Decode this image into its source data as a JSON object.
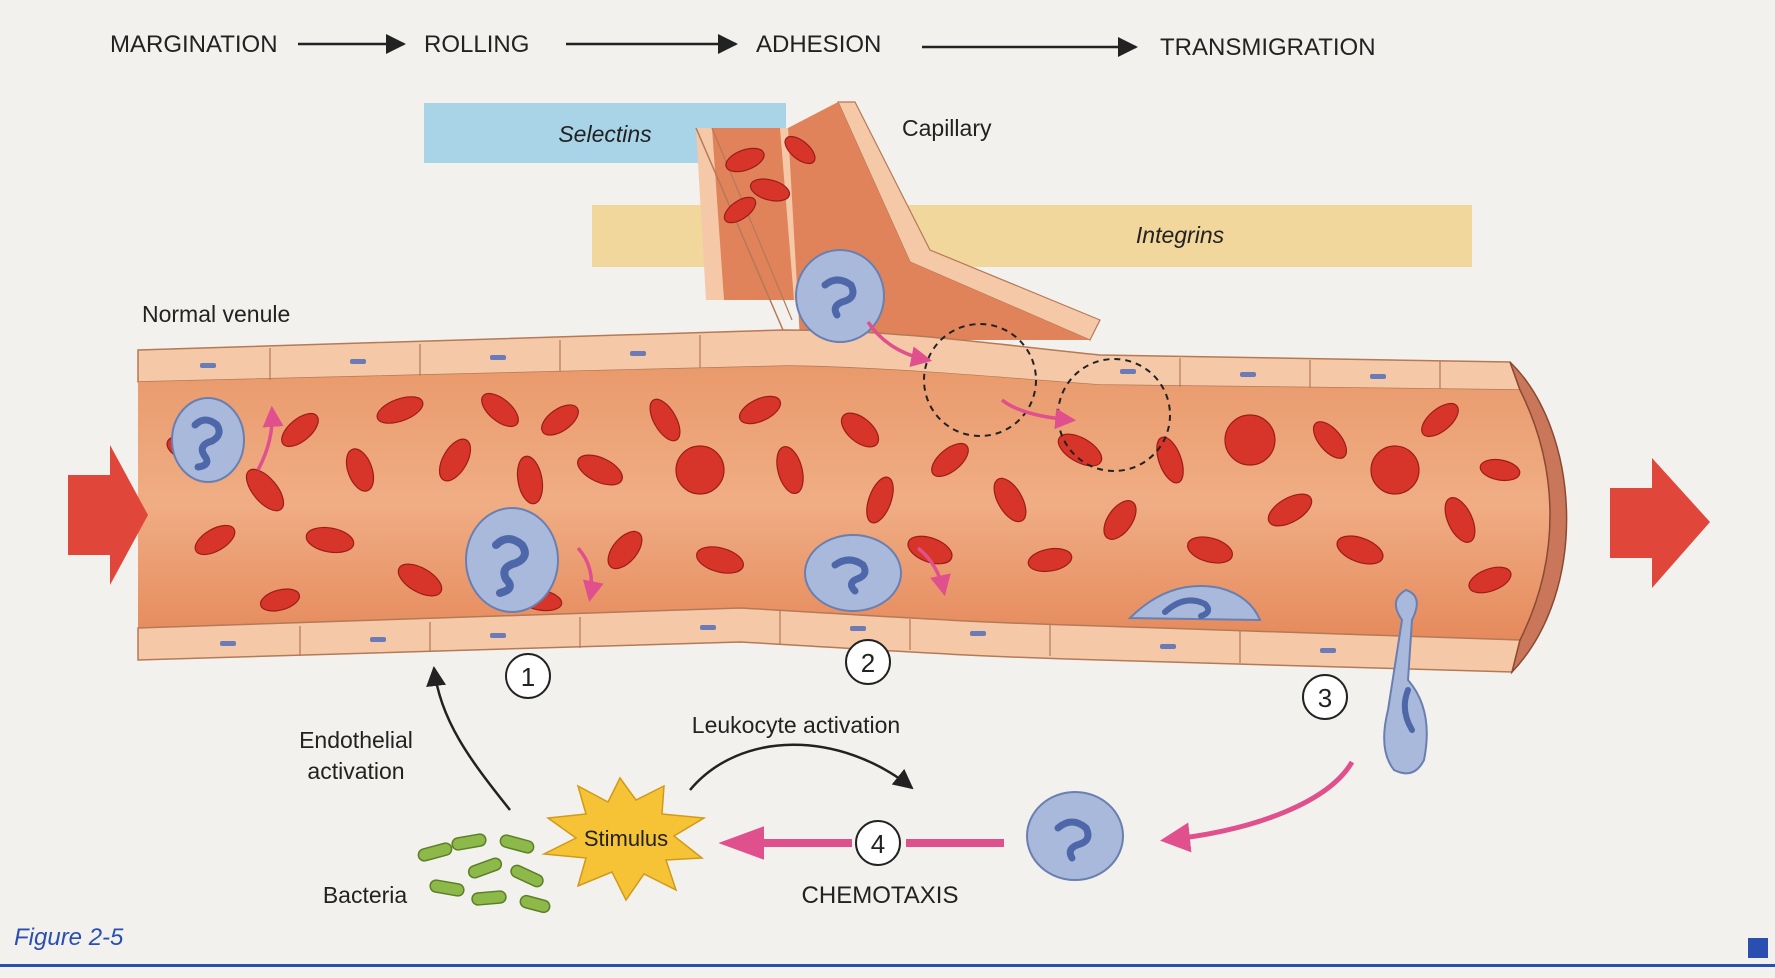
{
  "steps": {
    "margination": "MARGINATION",
    "rolling": "ROLLING",
    "adhesion": "ADHESION",
    "transmigration": "TRANSMIGRATION"
  },
  "bands": {
    "selectins": "Selectins",
    "integrins": "Integrins"
  },
  "labels": {
    "capillary": "Capillary",
    "normal_venule": "Normal venule",
    "endothelial_activation_line1": "Endothelial",
    "endothelial_activation_line2": "activation",
    "leukocyte_activation": "Leukocyte activation",
    "stimulus": "Stimulus",
    "bacteria": "Bacteria",
    "chemotaxis": "CHEMOTAXIS"
  },
  "markers": [
    "1",
    "2",
    "3",
    "4"
  ],
  "figure_label": "Figure 2-5",
  "colors": {
    "vessel_wall": "#f5c9a8",
    "vessel_lumen": "#e58a5c",
    "rbc": "#d7352a",
    "leukocyte": "#a9b9dc",
    "nucleus": "#4e67a8",
    "flow_arrow": "#e0473a",
    "pink_arrow": "#e0508c",
    "selectin_band": "#a9d4e8",
    "integrin_band": "#f2d79c",
    "stimulus": "#f6c236",
    "bacteria": "#8db84a",
    "figure_label": "#2a4fb0"
  }
}
